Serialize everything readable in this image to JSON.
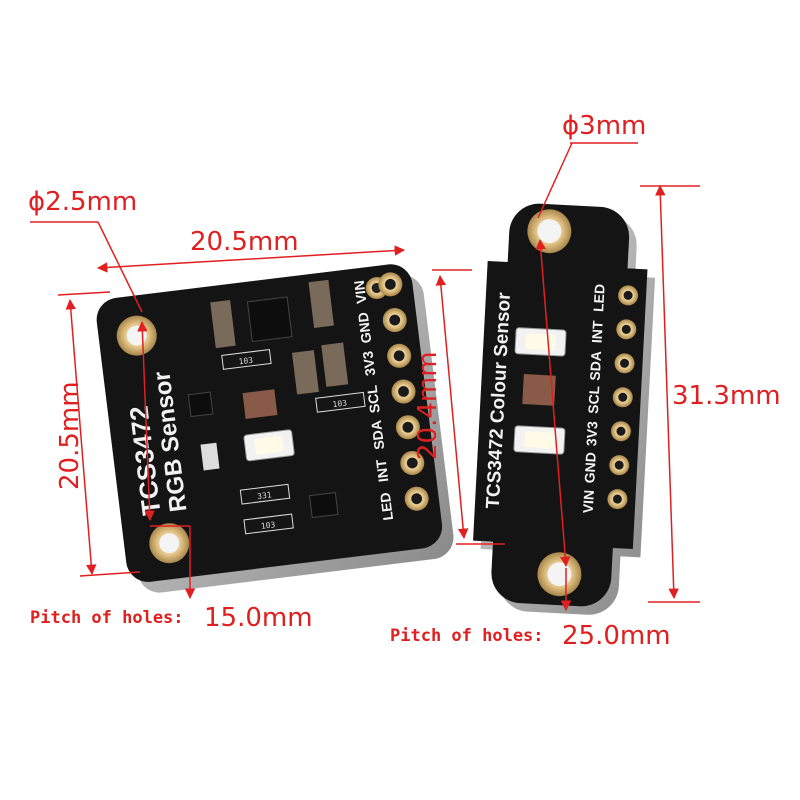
{
  "colors": {
    "dimension": "#e02020",
    "pcb": "#141414",
    "silkscreen": "#f2f2f2",
    "gold": "#d9b978"
  },
  "square_board": {
    "hole_diameter": "ϕ2.5mm",
    "width": "20.5mm",
    "height": "20.5mm",
    "silk_title": "TCS3472",
    "silk_subtitle": "RGB Sensor",
    "pins": [
      "LED",
      "INT",
      "SDA",
      "SCL",
      "3V3",
      "GND",
      "VIN"
    ],
    "resistors": [
      "103",
      "103",
      "331",
      "103"
    ],
    "pitch_label": "Pitch of holes:",
    "pitch_value": "15.0mm"
  },
  "long_board": {
    "hole_diameter": "ϕ3mm",
    "width": "20.4mm",
    "height": "31.3mm",
    "silk_title": "TCS3472 Colour Sensor",
    "pins": [
      "VIN",
      "GND",
      "3V3",
      "SCL",
      "SDA",
      "INT",
      "LED"
    ],
    "pitch_label": "Pitch of holes:",
    "pitch_value": "25.0mm"
  }
}
